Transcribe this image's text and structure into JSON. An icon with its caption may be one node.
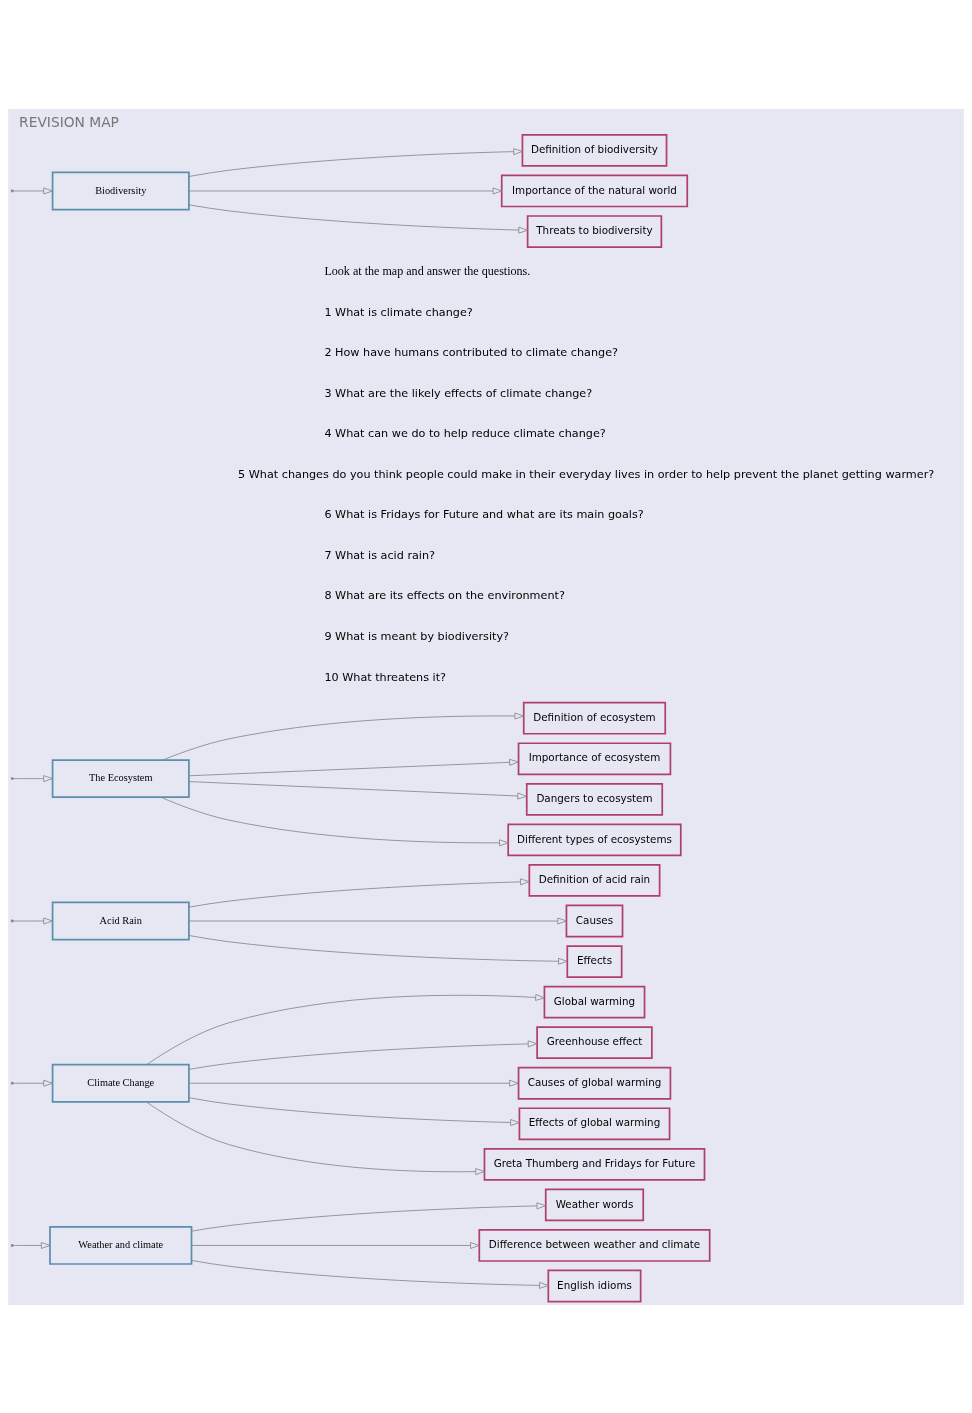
{
  "diagram": {
    "title": "REVISION MAP",
    "nodes": [
      {
        "text": [
          "Weather and climate"
        ]
      },
      {
        "text": [
          "Weather words"
        ]
      },
      {
        "text": [
          "Difference between weather and climate"
        ]
      },
      {
        "text": [
          "English idioms"
        ]
      },
      {
        "text": [
          "Climate Change"
        ]
      },
      {
        "text": [
          "Global warming"
        ]
      },
      {
        "text": [
          "Greenhouse effect"
        ]
      },
      {
        "text": [
          "Causes of global warming"
        ]
      },
      {
        "text": [
          "Effects of global warming"
        ]
      },
      {
        "text": [
          "Greta Thumberg and Fridays for Future"
        ]
      },
      {
        "text": [
          "Acid Rain"
        ]
      },
      {
        "text": [
          "Definition of acid rain"
        ]
      },
      {
        "text": [
          "Causes"
        ]
      },
      {
        "text": [
          "Effects"
        ]
      },
      {
        "text": [
          "The Ecosystem"
        ]
      },
      {
        "text": [
          "Definition of ecosystem"
        ]
      },
      {
        "text": [
          "Importance of ecosystem"
        ]
      },
      {
        "text": [
          "Dangers to ecosystem"
        ]
      },
      {
        "text": [
          "Different types of ecosystems"
        ]
      },
      {
        "text": [
          "Biodiversity"
        ]
      },
      {
        "text": [
          "Definition of biodiversity"
        ]
      },
      {
        "text": [
          "Importance of the natural world"
        ]
      },
      {
        "text": [
          "Threats to biodiversity"
        ]
      }
    ],
    "edges": [
      {
        "from": null,
        "to": 0,
        "arrow": "to"
      },
      {
        "from": 0,
        "to": 1,
        "arrow": "to"
      },
      {
        "from": 0,
        "to": 2,
        "arrow": "to"
      },
      {
        "from": 0,
        "to": 3,
        "arrow": "to"
      },
      {
        "from": null,
        "to": 4,
        "arrow": "to"
      },
      {
        "from": 4,
        "to": 5,
        "arrow": "to"
      },
      {
        "from": 4,
        "to": 6,
        "arrow": "to"
      },
      {
        "from": 4,
        "to": 7,
        "arrow": "to"
      },
      {
        "from": 4,
        "to": 8,
        "arrow": "to"
      },
      {
        "from": 4,
        "to": 9,
        "arrow": "to"
      },
      {
        "from": null,
        "to": 10,
        "arrow": "to"
      },
      {
        "from": 10,
        "to": 11,
        "arrow": "to"
      },
      {
        "from": 10,
        "to": 12,
        "arrow": "to"
      },
      {
        "from": 10,
        "to": 13,
        "arrow": "to"
      },
      {
        "from": null,
        "to": 14,
        "arrow": "to"
      },
      {
        "from": 14,
        "to": 15,
        "arrow": "to"
      },
      {
        "from": 14,
        "to": 16,
        "arrow": "to"
      },
      {
        "from": 14,
        "to": 17,
        "arrow": "to"
      },
      {
        "from": 14,
        "to": 18,
        "arrow": "to"
      },
      {
        "from": null,
        "to": 19,
        "arrow": "to"
      },
      {
        "from": 19,
        "to": 20,
        "arrow": "to"
      },
      {
        "from": 19,
        "to": 21,
        "arrow": "to"
      },
      {
        "from": 19,
        "to": 22,
        "arrow": "to"
      }
    ],
    "labels": [
      "Look at the map and answer the questions.",
      "1 What is climate change?",
      "2 How have humans contributed to climate change?",
      "3 What are the likely effects of climate change?",
      "4 What can we do to help reduce climate change?",
      "5 What changes do you think people could make in their everyday lives in order to help prevent the planet getting warmer?",
      "6 What is Fridays for Future and what are its main goals?",
      "7 What is acid rain?",
      "8 What are its effects on the environment?",
      "9 What is meant by biodiversity?",
      "10 What threatens it?"
    ]
  }
}
